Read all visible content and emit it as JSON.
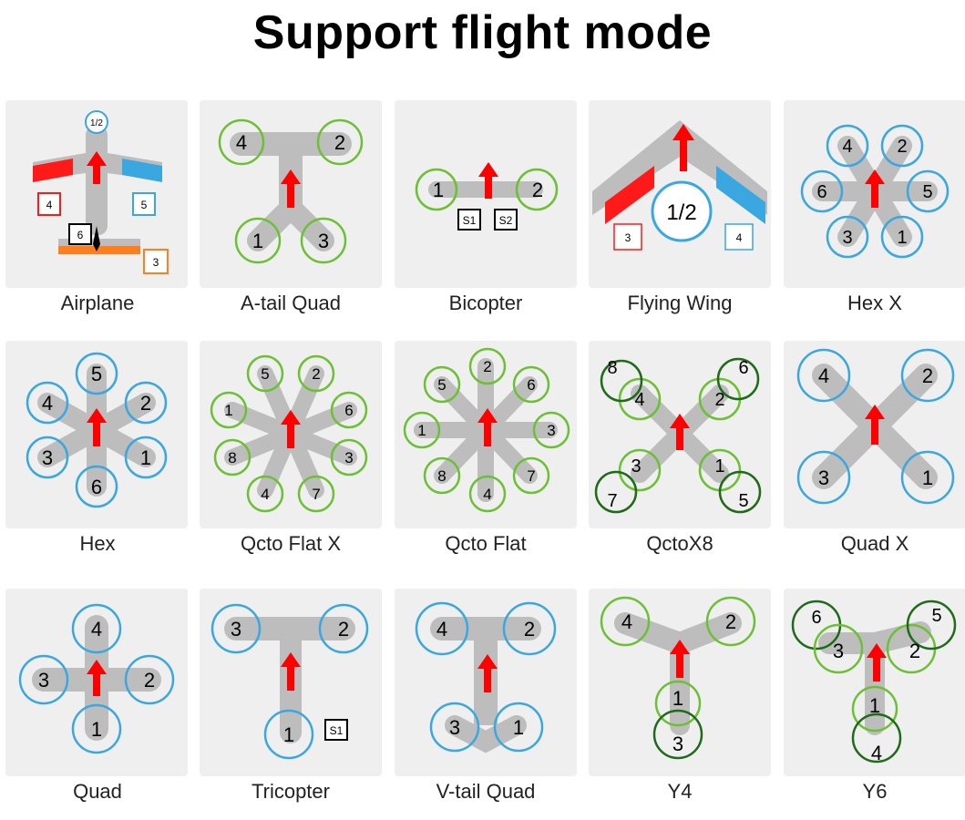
{
  "title": "Support flight mode",
  "colors": {
    "tile_bg": "#efefef",
    "frame": "#bdbdbd",
    "motor_ring_green": "#6cc033",
    "motor_ring_darkgreen": "#1f6b1a",
    "motor_ring_blue": "#3aa7e0",
    "arrow": "#ff0000",
    "orange": "#ff7f1e"
  },
  "modes": [
    {
      "id": "airplane",
      "name": "Airplane",
      "markers": {
        "prop": "1/2",
        "servo_left": "4",
        "servo_right": "5",
        "rudder": "6",
        "elevator": "3"
      }
    },
    {
      "id": "a-tail-quad",
      "name": "A-tail Quad",
      "motors": [
        "4",
        "2",
        "1",
        "3"
      ]
    },
    {
      "id": "bicopter",
      "name": "Bicopter",
      "motors": [
        "1",
        "2"
      ],
      "servos": [
        "S1",
        "S2"
      ]
    },
    {
      "id": "flying-wing",
      "name": "Flying Wing",
      "markers": {
        "prop": "1/2",
        "servo_left": "3",
        "servo_right": "4"
      }
    },
    {
      "id": "hex-x",
      "name": "Hex X",
      "motors": [
        "4",
        "2",
        "6",
        "5",
        "3",
        "1"
      ]
    },
    {
      "id": "hex",
      "name": "Hex",
      "motors": [
        "5",
        "4",
        "2",
        "3",
        "1",
        "6"
      ]
    },
    {
      "id": "octo-flat-x",
      "name": "Qcto Flat X",
      "motors": [
        "5",
        "2",
        "1",
        "6",
        "8",
        "3",
        "4",
        "7"
      ]
    },
    {
      "id": "octo-flat",
      "name": "Qcto Flat",
      "motors": [
        "2",
        "5",
        "6",
        "1",
        "3",
        "8",
        "7",
        "4"
      ]
    },
    {
      "id": "octo-x8",
      "name": "QctoX8",
      "motors": [
        "8",
        "4",
        "6",
        "2",
        "3",
        "7",
        "1",
        "5"
      ]
    },
    {
      "id": "quad-x",
      "name": "Quad X",
      "motors": [
        "4",
        "2",
        "3",
        "1"
      ]
    },
    {
      "id": "quad",
      "name": "Quad",
      "motors": [
        "4",
        "3",
        "2",
        "1"
      ]
    },
    {
      "id": "tricopter",
      "name": "Tricopter",
      "motors": [
        "3",
        "2",
        "1"
      ],
      "servos": [
        "S1"
      ]
    },
    {
      "id": "v-tail-quad",
      "name": "V-tail Quad",
      "motors": [
        "4",
        "2",
        "3",
        "1"
      ]
    },
    {
      "id": "y4",
      "name": "Y4",
      "motors": [
        "4",
        "2",
        "1",
        "3"
      ]
    },
    {
      "id": "y6",
      "name": "Y6",
      "motors": [
        "6",
        "3",
        "2",
        "5",
        "1",
        "4"
      ]
    }
  ]
}
